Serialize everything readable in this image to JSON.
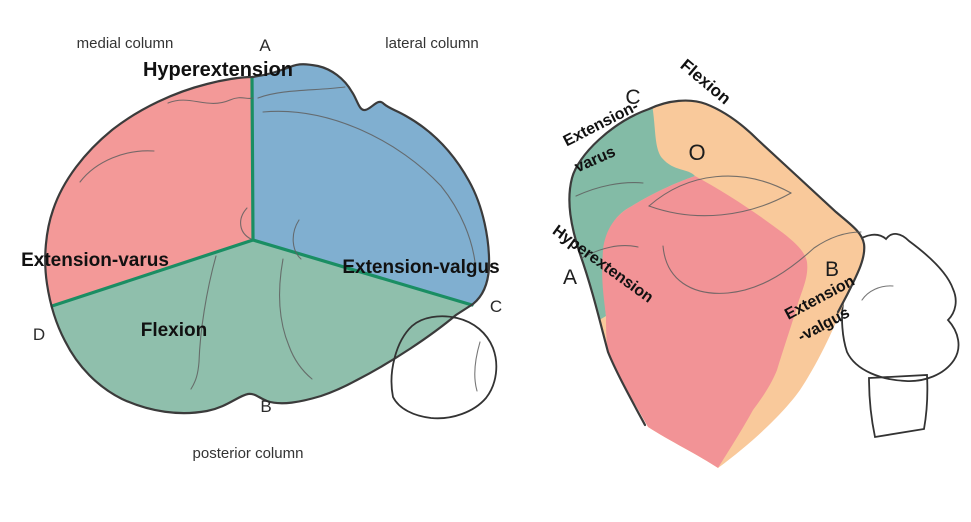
{
  "figure": {
    "colors": {
      "medial_pink": "#F39998",
      "lateral_blue": "#80AFD0",
      "posterior_green": "#8FBFAC",
      "divider_green": "#1A8E63",
      "right_teal": "#83BBA6",
      "right_orange": "#F9C99B",
      "right_pink": "#F29396",
      "bone_white": "#F8F8F8",
      "outline_dark": "#3B3B3B"
    },
    "left_panel": {
      "column_labels": {
        "medial": "medial column",
        "lateral": "lateral column",
        "posterior": "posterior column"
      },
      "zone_labels": {
        "hyperextension": "Hyperextension",
        "extension_varus": "Extension-varus",
        "extension_valgus": "Extension-valgus",
        "flexion": "Flexion"
      },
      "point_labels": {
        "a": "A",
        "b": "B",
        "c": "C",
        "d": "D"
      }
    },
    "right_panel": {
      "zone_labels": {
        "flexion": "Flexion",
        "extension_varus_line1": "Extension-",
        "extension_varus_line2": "varus",
        "hyperextension": "Hyperextension",
        "extension_valgus_line1": "Extension",
        "extension_valgus_line2": "-valgus"
      },
      "point_labels": {
        "a": "A",
        "b": "B",
        "c": "C",
        "o": "O"
      }
    }
  }
}
